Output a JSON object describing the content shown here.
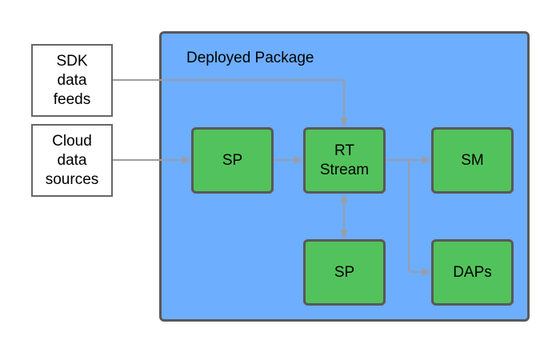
{
  "diagram": {
    "sources": [
      {
        "id": "sdk",
        "label": "SDK\ndata\nfeeds"
      },
      {
        "id": "cloud",
        "label": "Cloud\ndata\nsources"
      }
    ],
    "package": {
      "title": "Deployed Package"
    },
    "nodes": [
      {
        "id": "sp1",
        "label": "SP"
      },
      {
        "id": "rt",
        "label": "RT\nStream"
      },
      {
        "id": "sm",
        "label": "SM"
      },
      {
        "id": "sp2",
        "label": "SP"
      },
      {
        "id": "daps",
        "label": "DAPs"
      }
    ],
    "edges": [
      {
        "from": "sdk",
        "to": "rt"
      },
      {
        "from": "cloud",
        "to": "sp1"
      },
      {
        "from": "sp1",
        "to": "rt"
      },
      {
        "from": "rt",
        "to": "sm"
      },
      {
        "from": "rt",
        "to": "daps"
      },
      {
        "from": "rt",
        "to": "sp2",
        "bidirectional": true
      }
    ],
    "colors": {
      "package": "#6daeff",
      "node": "#52c35c",
      "border": "#595959",
      "edge": "#9a9ea6"
    }
  }
}
